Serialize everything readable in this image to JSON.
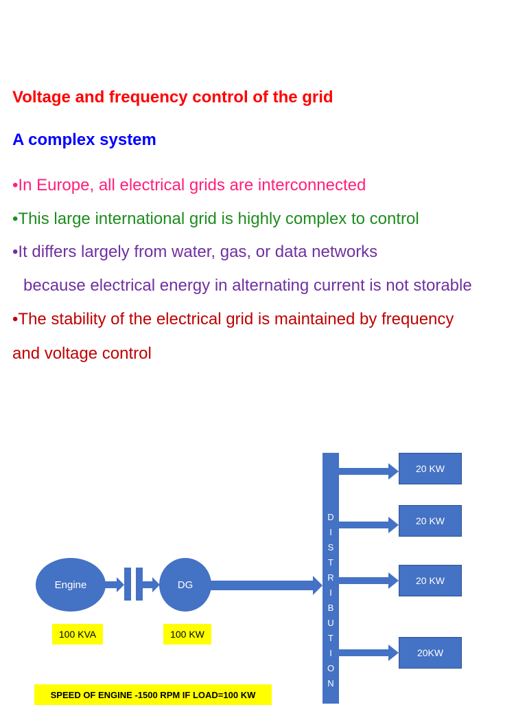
{
  "slide": {
    "title": "Voltage and frequency control of the grid",
    "subtitle": "A complex system",
    "bullets": [
      "•In Europe, all electrical grids are interconnected",
      "•This large international grid is highly complex to control",
      "•It differs largely from water, gas, or data networks",
      "because electrical energy in alternating current is not storable",
      "•The stability of the electrical grid is maintained by frequency",
      "and voltage control"
    ]
  },
  "diagram": {
    "engine_label": "Engine",
    "generator_label": "DG",
    "engine_rating": "100 KVA",
    "generator_rating": "100 KW",
    "bus_letters": [
      "D",
      "I",
      "S",
      "T",
      "R",
      "I",
      "B",
      "U",
      "T",
      "I",
      "O",
      "N"
    ],
    "loads": [
      "20 KW",
      "20 KW",
      "20 KW",
      "20KW"
    ],
    "note": "SPEED OF ENGINE -1500 RPM IF LOAD=100 KW",
    "colors": {
      "shape_fill": "#4472c4",
      "highlight": "#ffff00"
    }
  }
}
